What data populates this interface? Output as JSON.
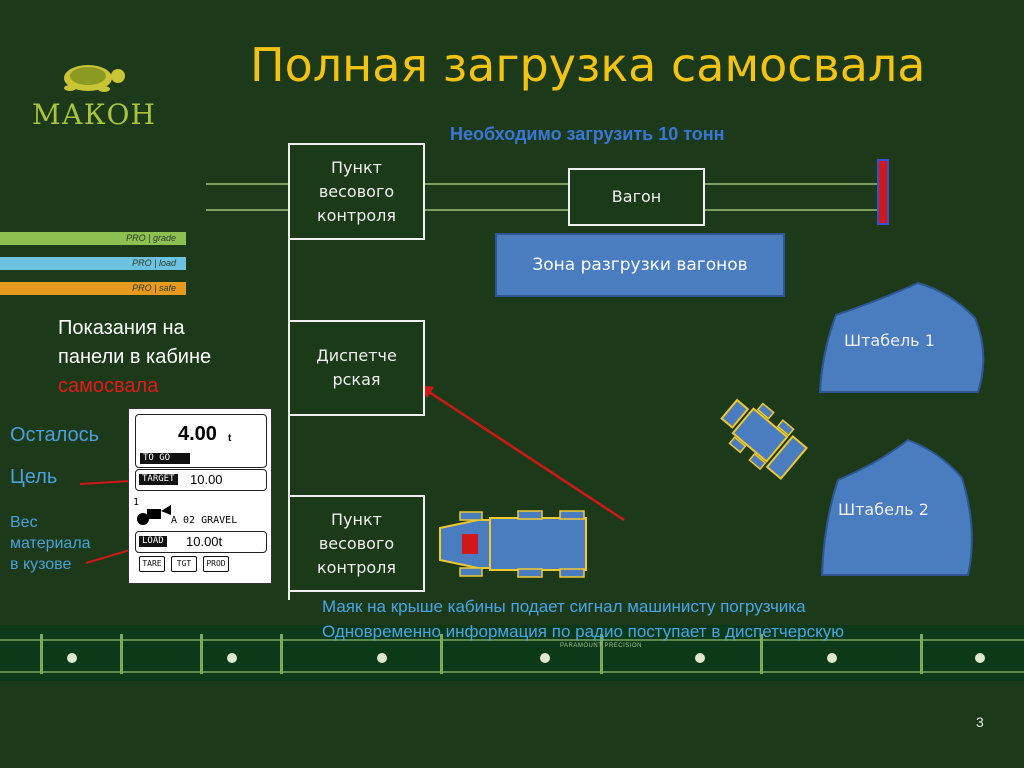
{
  "title": "Полная загрузка самосвала",
  "subtitle": "Необходимо загрузить 10 тонн",
  "logo": {
    "text": "МАКОН",
    "icon": "turtle-icon"
  },
  "product_bars": [
    {
      "label": "PRO | grade",
      "color": "#8cc050"
    },
    {
      "label": "PRO | load",
      "color": "#6cc2e0"
    },
    {
      "label": "PRO | safe",
      "color": "#e89a20"
    }
  ],
  "boxes": {
    "weigh_top": "Пункт весового контроля",
    "wagon": "Вагон",
    "dispatch": "Диспетче рская",
    "weigh_bottom": "Пункт весового контроля"
  },
  "unload_zone": "Зона разгрузки вагонов",
  "stockpiles": {
    "one": "Штабель 1",
    "two": "Штабель 2"
  },
  "panel_label": {
    "line1": "Показания на",
    "line2": "панели в кабине",
    "line3": "самосвала"
  },
  "side_labels": {
    "remaining": "Осталось",
    "target": "Цель",
    "weight_1": "Вес",
    "weight_2": "материала",
    "weight_3": "в кузове"
  },
  "display": {
    "remaining_value": "4.00",
    "remaining_unit": "t",
    "to_go_tag": "TO GO",
    "target_tag": "TARGET",
    "target_value": "10.00",
    "material_id": "1",
    "material_code": "A 02 GRAVEL",
    "load_tag": "LOAD",
    "load_value": "10.00t",
    "softkeys": [
      "TARE",
      "TGT",
      "PROD"
    ]
  },
  "footnote": {
    "line1": "Маяк на крыше кабины подает сигнал машинисту погрузчика",
    "line2": "Одновременно информация по радио поступает в диспетчерскую"
  },
  "track_text": "PARAMOUNT PRECISION",
  "page_number": "3",
  "colors": {
    "background": "#1c3a1a",
    "title": "#f2c313",
    "zone": "#4a7cc0",
    "vehicle": "#f0c830",
    "arrow": "#e31a1a",
    "signal": "#e31a1a"
  }
}
